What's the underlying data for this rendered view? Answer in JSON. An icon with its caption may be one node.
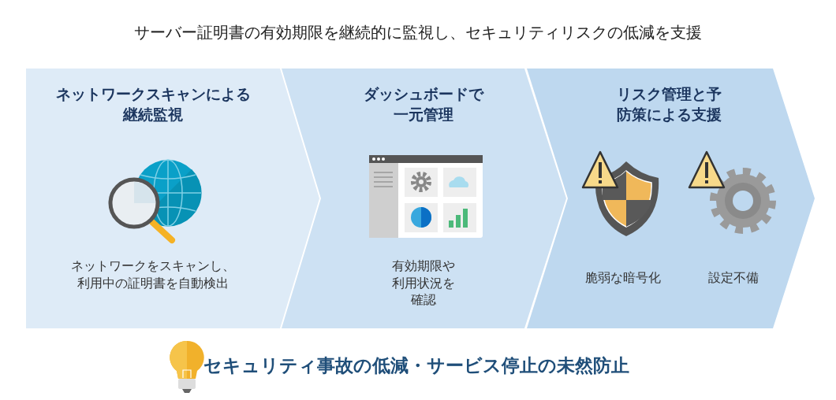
{
  "diagram": {
    "title": "サーバー証明書の有効期限を継続的に監視し、セキュリティリスクの低減を支援",
    "nodes": [
      {
        "text": [
          "ネットワークスキャンによる継続監視",
          "ネットワークをスキャンし、利用中の証明書を自動検出"
        ]
      },
      {
        "text": [
          "ダッシュボードで一元管理",
          "有効期限や利用状況を確認"
        ]
      },
      {
        "text": [
          "リスク管理と予防策による支援",
          "脆弱な暗号化",
          "設定不備"
        ]
      }
    ],
    "labels": [
      "セキュリティ事故の低減・サービス停止の未然防止"
    ]
  }
}
